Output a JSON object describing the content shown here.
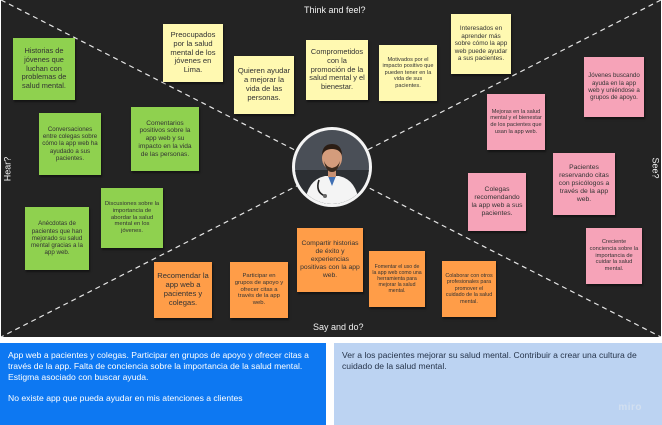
{
  "board": {
    "top_label": "Think and feel?",
    "bottom_label": "Say and do?",
    "left_label": "Hear?",
    "right_label": "See?"
  },
  "notes": {
    "think": [
      "Preocupados por la salud mental de los jóvenes en Lima.",
      "Quieren ayudar a mejorar la vida de las personas.",
      "Comprometidos con la promoción de la salud mental y el bienestar.",
      "Motivados por el impacto positivo que pueden tener en la vida de sus pacientes.",
      "Interesados en aprender más sobre cómo la app web puede ayudar a sus pacientes."
    ],
    "hear": [
      "Historias de jóvenes que luchan con problemas de salud mental.",
      "Conversaciones entre colegas sobre cómo la app web ha ayudado a sus pacientes.",
      "Comentarios positivos sobre la app web y su impacto en la vida de las personas.",
      "Anécdotas de pacientes que han mejorado su salud mental gracias a la app web.",
      "Discusiones sobre la importancia de abordar la salud mental en los jóvenes."
    ],
    "see": [
      "Jóvenes buscando ayuda en la app web y uniéndose a grupos de apoyo.",
      "Mejoras en la salud mental y el bienestar de los pacientes que usan la app web.",
      "Pacientes reservando citas con psicólogos a través de la app web.",
      "Colegas recomendando la app web a sus pacientes.",
      "Creciente conciencia sobre la importancia de cuidar la salud mental."
    ],
    "say": [
      "Compartir historias de éxito y experiencias positivas con la app web.",
      "Recomendar la app web a pacientes y colegas.",
      "Participar en grupos de apoyo y ofrecer citas a través de la app web.",
      "Fomentar el uso de la app web como una herramienta para mejorar la salud mental.",
      "Colaborar con otros profesionales para promover el cuidado de la salud mental."
    ]
  },
  "panels": {
    "pains_line1": "App web a pacientes y colegas. Participar en grupos de apoyo y ofrecer citas a través de la app. Falta de conciencia sobre la importancia de la salud mental. Estigma asociado con buscar ayuda.",
    "pains_line2": "No existe app que pueda ayudar en mis atenciones a clientes",
    "gains": "Ver a los pacientes mejorar su salud mental. Contribuir a crear una cultura de cuidado de la salud mental.",
    "logo": "miro"
  },
  "colors": {
    "board_bg": "#232323",
    "think_note": "#fff9b1",
    "hear_note": "#8fd14f",
    "see_note": "#f6a3b8",
    "say_note": "#ff9d48",
    "pains_panel": "#0d78f2",
    "gains_panel": "#bcd3f2"
  }
}
